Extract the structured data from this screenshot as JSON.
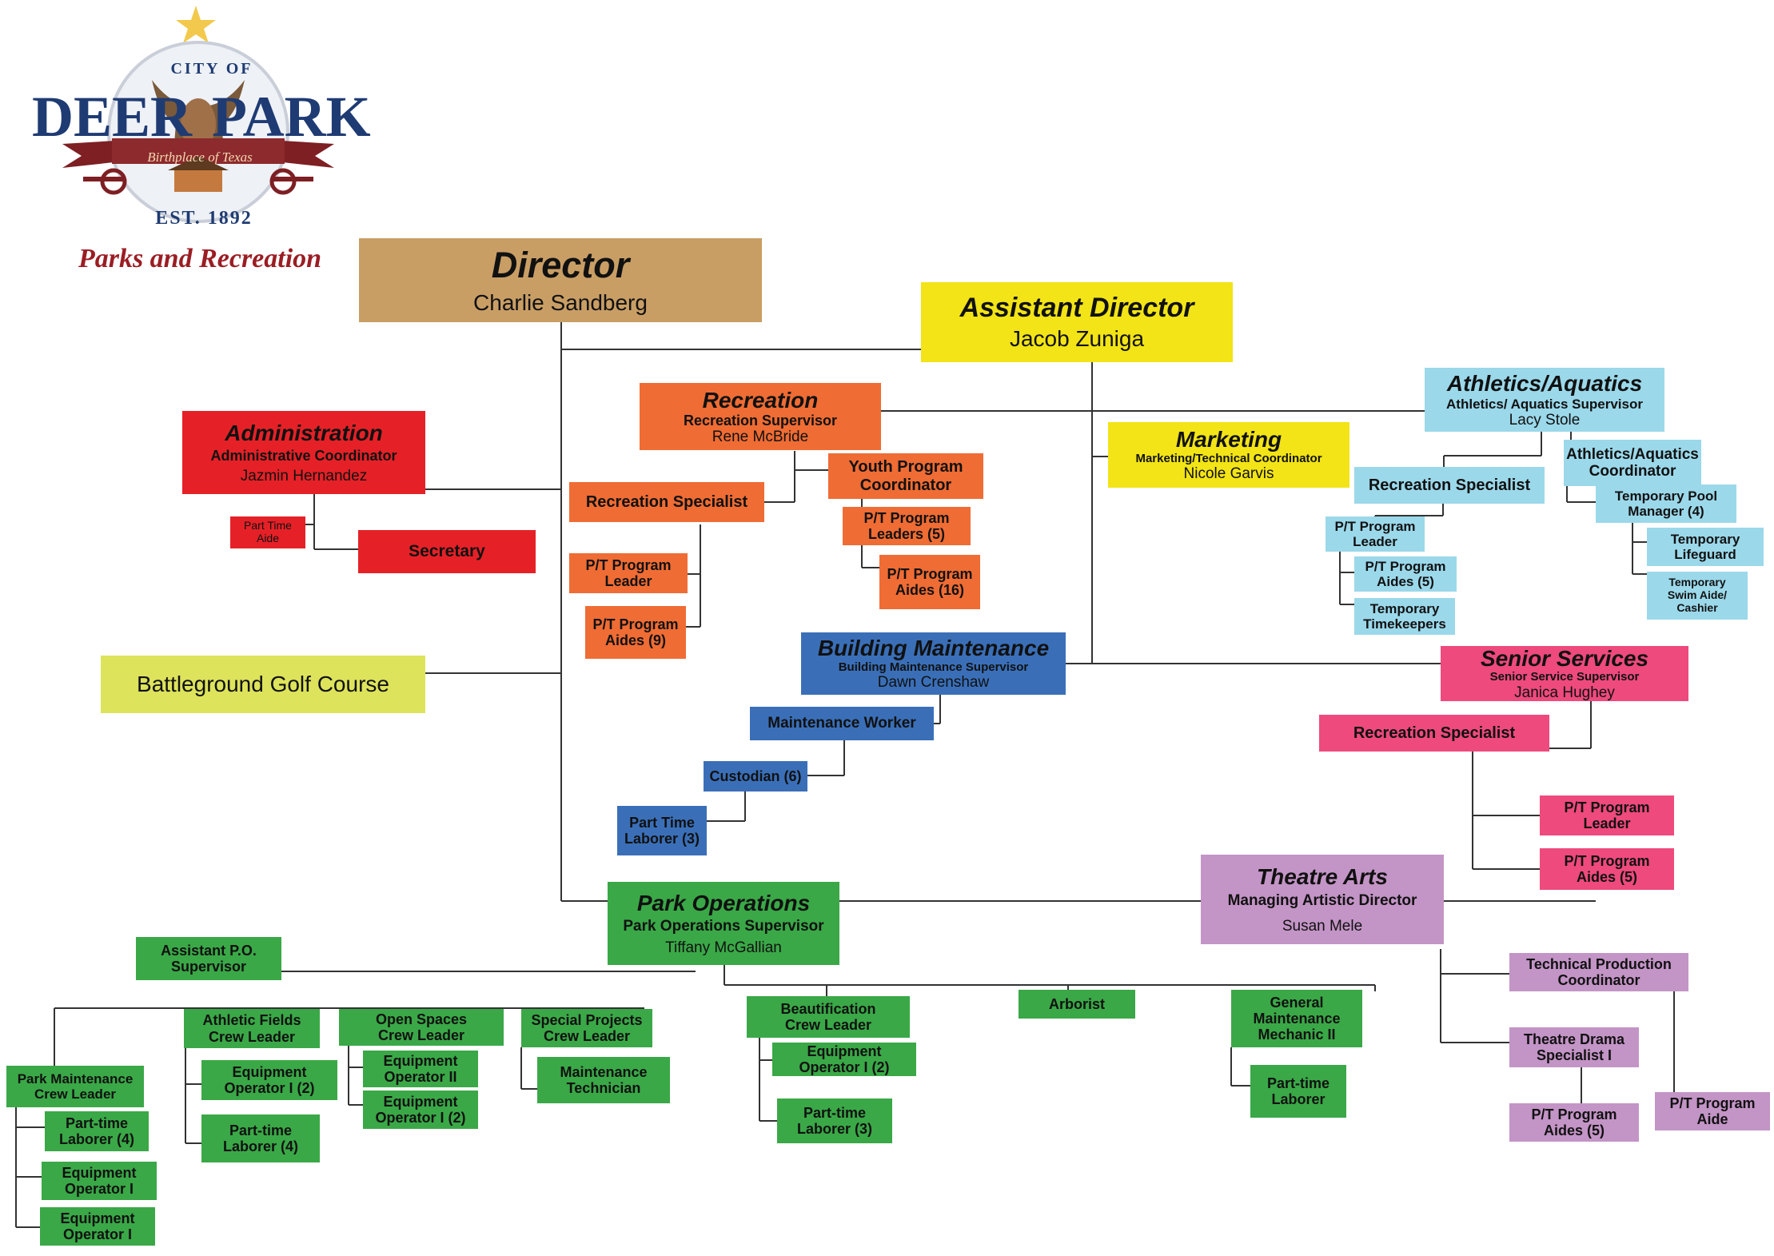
{
  "logo": {
    "city_of": "CITY OF",
    "deer": "DEER",
    "park": "PARK",
    "birthplace": "Birthplace of Texas",
    "est": "EST. 1892",
    "parks_and_recreation": "Parks and Recreation",
    "colors": {
      "navy": "#1f3b73",
      "maroon": "#9b1d24",
      "star": "#f2c94c"
    }
  },
  "colors": {
    "director": "#c99e65",
    "assistant": "#f2e416",
    "golf": "#dde35b",
    "administration": "#e52127",
    "recreation": "#ef6c34",
    "building": "#3a6fb8",
    "athletics": "#9bd8ea",
    "senior": "#ee4a7d",
    "theatre": "#c394c6",
    "park_ops": "#3aa847"
  },
  "director": {
    "title": "Director",
    "name": "Charlie Sandberg"
  },
  "assistant_director": {
    "title": "Assistant Director",
    "name": "Jacob Zuniga"
  },
  "golf": {
    "title": "Battleground Golf Course"
  },
  "administration": {
    "title": "Administration",
    "role": "Administrative Coordinator",
    "name": "Jazmin Hernandez",
    "part_time_aide": "Part Time Aide",
    "secretary": "Secretary"
  },
  "recreation": {
    "title": "Recreation",
    "role": "Recreation Supervisor",
    "name": "Rene McBride",
    "specialist": "Recreation Specialist",
    "pt_leader": "P/T Program Leader",
    "pt_aides": "P/T Program Aides (9)",
    "youth_coordinator": "Youth Program Coordinator",
    "pt_leaders_5": "P/T Program Leaders (5)",
    "pt_aides_16": "P/T Program Aides (16)"
  },
  "marketing": {
    "title": "Marketing",
    "role": "Marketing/Technical Coordinator",
    "name": "Nicole Garvis"
  },
  "athletics": {
    "title": "Athletics/Aquatics",
    "role": "Athletics/ Aquatics Supervisor",
    "name": "Lacy Stole",
    "coordinator": "Athletics/Aquatics Coordinator",
    "specialist": "Recreation Specialist",
    "pt_leader": "P/T Program Leader",
    "pt_aides": "P/T Program Aides (5)",
    "timekeepers": "Temporary Timekeepers",
    "pool_manager": "Temporary Pool Manager (4)",
    "lifeguard": "Temporary Lifeguard",
    "swim_aide": "Temporary Swim Aide/ Cashier"
  },
  "building": {
    "title": "Building Maintenance",
    "role": "Building Maintenance Supervisor",
    "name": "Dawn Crenshaw",
    "worker": "Maintenance Worker",
    "custodian": "Custodian (6)",
    "laborer": "Part Time Laborer (3)"
  },
  "senior": {
    "title": "Senior Services",
    "role": "Senior Service Supervisor",
    "name": "Janica Hughey",
    "specialist": "Recreation Specialist",
    "pt_leader": "P/T Program Leader",
    "pt_aides": "P/T Program Aides (5)"
  },
  "theatre": {
    "title": "Theatre Arts",
    "role": "Managing Artistic Director",
    "name": "Susan Mele",
    "tech": "Technical Production Coordinator",
    "drama": "Theatre Drama Specialist I",
    "pt_aides": "P/T Program Aides (5)",
    "pt_aide": "P/T Program Aide"
  },
  "park_ops": {
    "title": "Park Operations",
    "role": "Park Operations Supervisor",
    "name": "Tiffany McGallian",
    "assistant": "Assistant P.O. Supervisor",
    "pm_crew": "Park Maintenance Crew Leader",
    "pm_laborer": "Part-time Laborer (4)",
    "pm_op1": "Equipment Operator I",
    "pm_op2": "Equipment Operator I",
    "af_crew": "Athletic Fields Crew Leader",
    "af_op": "Equipment Operator I (2)",
    "af_laborer": "Part-time Laborer (4)",
    "os_crew": "Open Spaces Crew Leader",
    "os_op2": "Equipment Operator II",
    "os_op1": "Equipment Operator I (2)",
    "sp_crew": "Special Projects Crew Leader",
    "sp_tech": "Maintenance Technician",
    "bt_crew": "Beautification Crew Leader",
    "bt_op": "Equipment Operator I (2)",
    "bt_laborer": "Part-time Laborer (3)",
    "arborist": "Arborist",
    "gm_mech": "General Maintenance Mechanic II",
    "gm_laborer": "Part-time Laborer"
  }
}
